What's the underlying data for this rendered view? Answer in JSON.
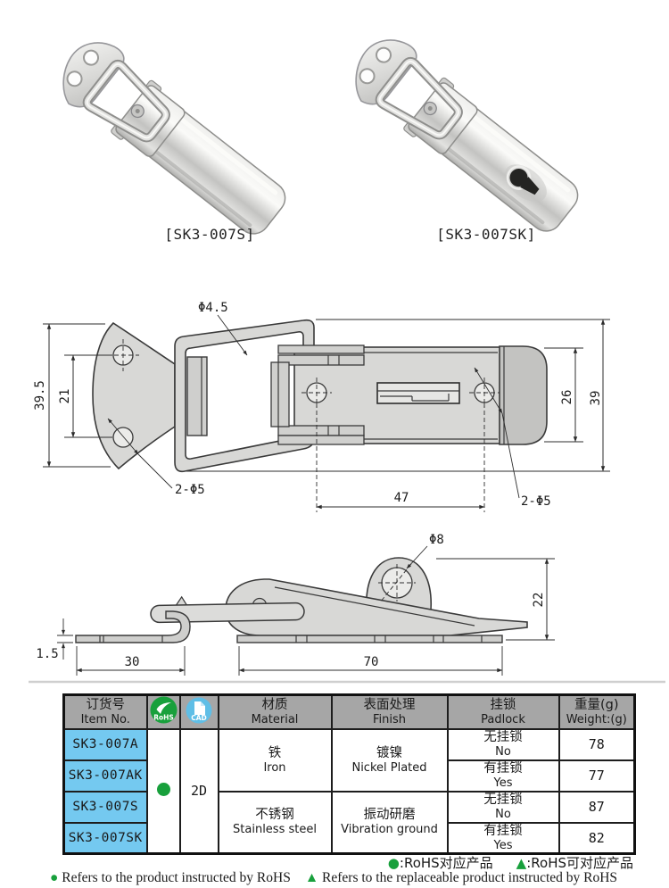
{
  "products": [
    {
      "label": "[SK3-007S]"
    },
    {
      "label": "[SK3-007SK]"
    }
  ],
  "drawing": {
    "top_view": {
      "wire_dia": "Φ4.5",
      "plate_height": "39.5",
      "plate_hole_spacing": "21",
      "plate_holes": "2-Φ5",
      "body_hole_distance": "47",
      "body_holes": "2-Φ5",
      "body_width": "26",
      "overall_width": "39"
    },
    "side_view": {
      "eye_dia": "Φ8",
      "height": "22",
      "plate_thickness": "1.5",
      "hook_plate_length": "30",
      "base_length": "70"
    }
  },
  "table": {
    "headers": {
      "item_no_zh": "订货号",
      "item_no_en": "Item No.",
      "rohs_icon_text": "RoHS",
      "cad_icon_text": "CAD",
      "material_zh": "材质",
      "material_en": "Material",
      "finish_zh": "表面处理",
      "finish_en": "Finish",
      "padlock_zh": "挂锁",
      "padlock_en": "Padlock",
      "weight_zh": "重量(g)",
      "weight_en": "Weight:(g)"
    },
    "cad_value": "2D",
    "materials": [
      {
        "zh": "铁",
        "en": "Iron"
      },
      {
        "zh": "不锈钢",
        "en": "Stainless steel"
      }
    ],
    "finishes": [
      {
        "zh": "镀镍",
        "en": "Nickel Plated"
      },
      {
        "zh": "振动研磨",
        "en": "Vibration ground"
      }
    ],
    "rows": [
      {
        "item": "SK3-007A",
        "padlock_zh": "无挂锁",
        "padlock_en": "No",
        "weight": "78"
      },
      {
        "item": "SK3-007AK",
        "padlock_zh": "有挂锁",
        "padlock_en": "Yes",
        "weight": "77"
      },
      {
        "item": "SK3-007S",
        "padlock_zh": "无挂锁",
        "padlock_en": "No",
        "weight": "87"
      },
      {
        "item": "SK3-007SK",
        "padlock_zh": "有挂锁",
        "padlock_en": "Yes",
        "weight": "82"
      }
    ]
  },
  "legend": {
    "line1": [
      {
        "marker": "●",
        "text": ":RoHS对应产品"
      },
      {
        "marker": "▲",
        "text": ":RoHS可对应产品"
      }
    ],
    "line2": [
      {
        "marker": "●",
        "text": " Refers to the product instructed by RoHS"
      },
      {
        "marker": "▲",
        "text": " Refers to the replaceable product instructed by RoHS"
      }
    ]
  },
  "colors": {
    "item_cell_bg": "#74C9F0",
    "header_bg": "#A6A6A6",
    "rohs_green": "#18A03C",
    "cad_blue": "#5FBEE6",
    "drawing_line": "#3A3A3A"
  }
}
